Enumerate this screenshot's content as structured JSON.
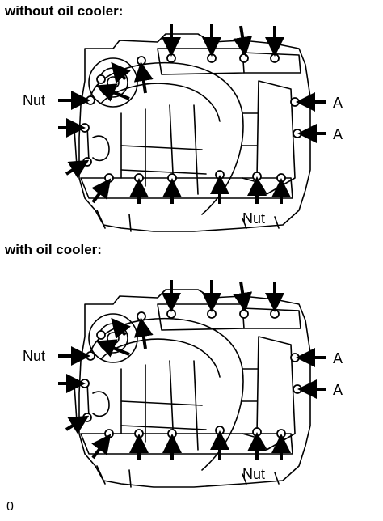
{
  "sections": [
    {
      "heading": "without oil cooler:",
      "labels": {
        "nut_left": "Nut",
        "nut_bottom": "Nut",
        "a_upper": "A",
        "a_lower": "A"
      }
    },
    {
      "heading": "with oil cooler:",
      "labels": {
        "nut_left": "Nut",
        "nut_bottom": "Nut",
        "a_upper": "A",
        "a_lower": "A"
      }
    }
  ],
  "footer": {
    "mark": "0"
  },
  "colors": {
    "line": "#000000",
    "background": "#ffffff"
  }
}
